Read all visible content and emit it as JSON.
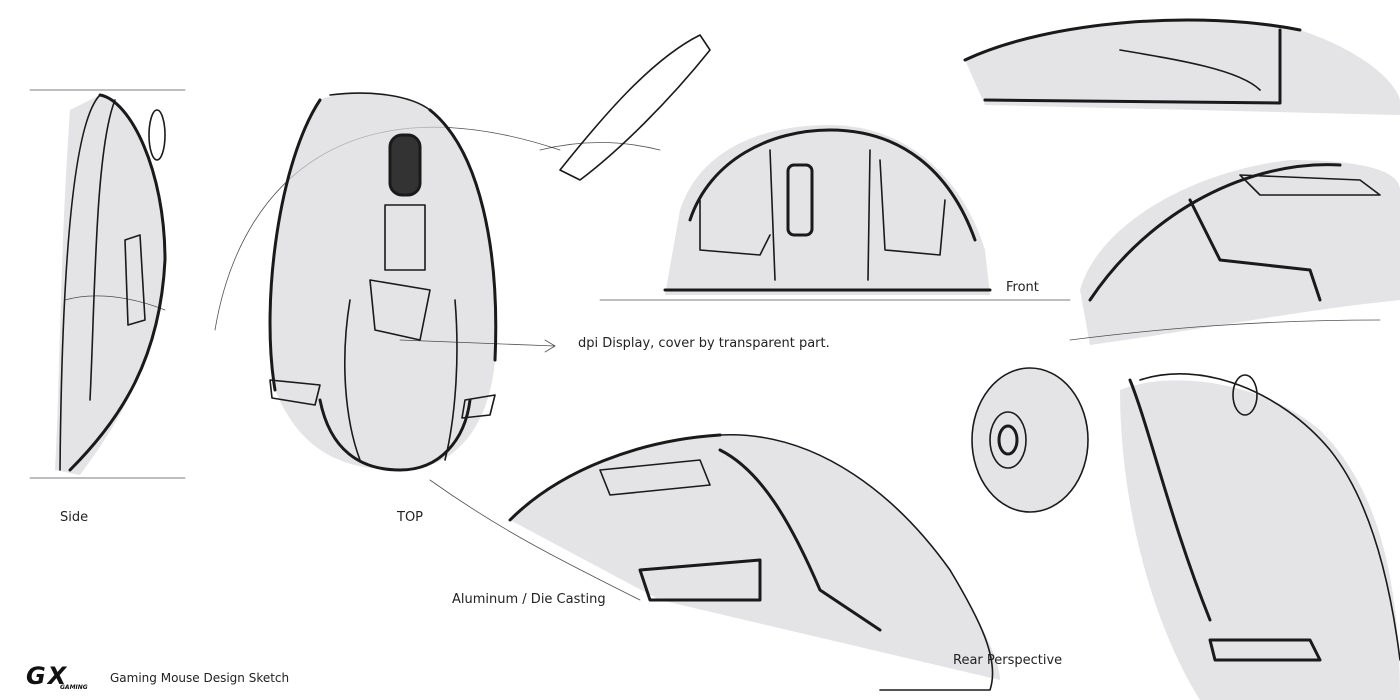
{
  "title": "Gaming Mouse Design Sketch",
  "logo": {
    "text": "GX",
    "subtext": "GAMING"
  },
  "annotations": {
    "side": "Side",
    "top": "TOP",
    "front": "Front",
    "dpi": "dpi Display, cover by transparent part.",
    "aluminum": "Aluminum / Die Casting",
    "rear": "Rear Perspective"
  },
  "colors": {
    "ink": "#1a1a1a",
    "marker_shade": "#d8d8dc",
    "background": "#ffffff"
  }
}
